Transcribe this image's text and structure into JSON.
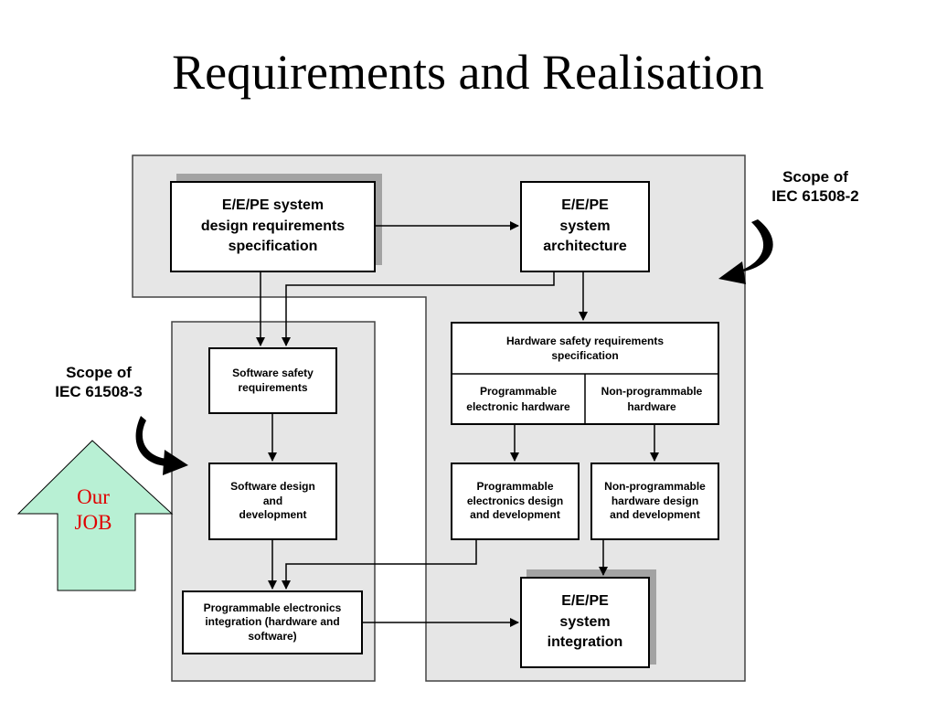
{
  "title": "Requirements and Realisation",
  "scopes": {
    "iec2": [
      "Scope of",
      "IEC 61508-2"
    ],
    "iec3": [
      "Scope of",
      "IEC 61508-3"
    ]
  },
  "job_arrow": {
    "label": [
      "Our",
      "JOB"
    ],
    "fill_color": "#b8f0d4",
    "text_color": "#e00000"
  },
  "boxes": {
    "system_design_req": [
      "E/E/PE system",
      "design requirements",
      "specification"
    ],
    "system_architecture": [
      "E/E/PE",
      "system",
      "architecture"
    ],
    "hw_safety_req": [
      "Hardware safety requirements",
      "specification"
    ],
    "programmable_hw": [
      "Programmable",
      "electronic hardware"
    ],
    "non_programmable_hw": [
      "Non-programmable",
      "hardware"
    ],
    "sw_safety_req": [
      "Software safety",
      "requirements"
    ],
    "sw_design": [
      "Software design",
      "and",
      "development"
    ],
    "pe_design": [
      "Programmable",
      "electronics design",
      "and development"
    ],
    "non_prog_design": [
      "Non-programmable",
      "hardware design",
      "and development"
    ],
    "pe_integration": [
      "Programmable electronics",
      "integration (hardware and",
      "software)"
    ],
    "system_integration": [
      "E/E/PE",
      "system",
      "integration"
    ]
  },
  "colors": {
    "region_fill": "#e6e6e6",
    "shadow": "#a3a3a3",
    "box_border": "#000000"
  }
}
